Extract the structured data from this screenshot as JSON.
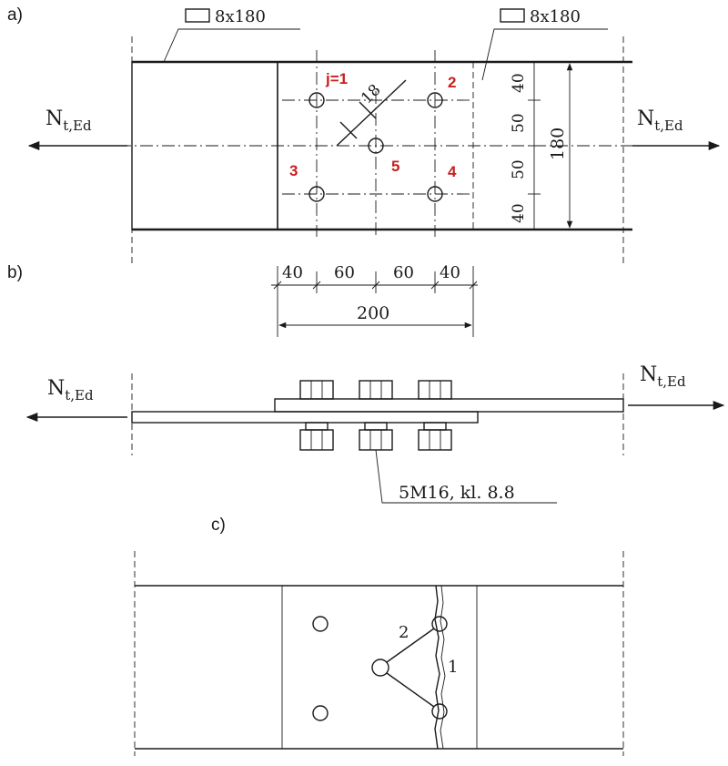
{
  "view_labels": {
    "a": "a)",
    "b": "b)",
    "c": "c)"
  },
  "plate_a_left": "8x180",
  "plate_a_right": "8x180",
  "force": {
    "main": "N",
    "sub": "t,Ed"
  },
  "bolt_numbers": [
    "j=1",
    "2",
    "3",
    "4",
    "5"
  ],
  "hole_dim": "18",
  "vertical_dims": [
    "40",
    "50",
    "50",
    "40"
  ],
  "total_height": "180",
  "horizontal_dims": [
    "40",
    "60",
    "60",
    "40"
  ],
  "total_length": "200",
  "bolt_spec": "5M16, kl. 8.8",
  "triangle_labels": {
    "side_2": "2",
    "side_1": "1"
  },
  "colors": {
    "ink": "#1a1a1a",
    "accent": "#c81e1e"
  }
}
